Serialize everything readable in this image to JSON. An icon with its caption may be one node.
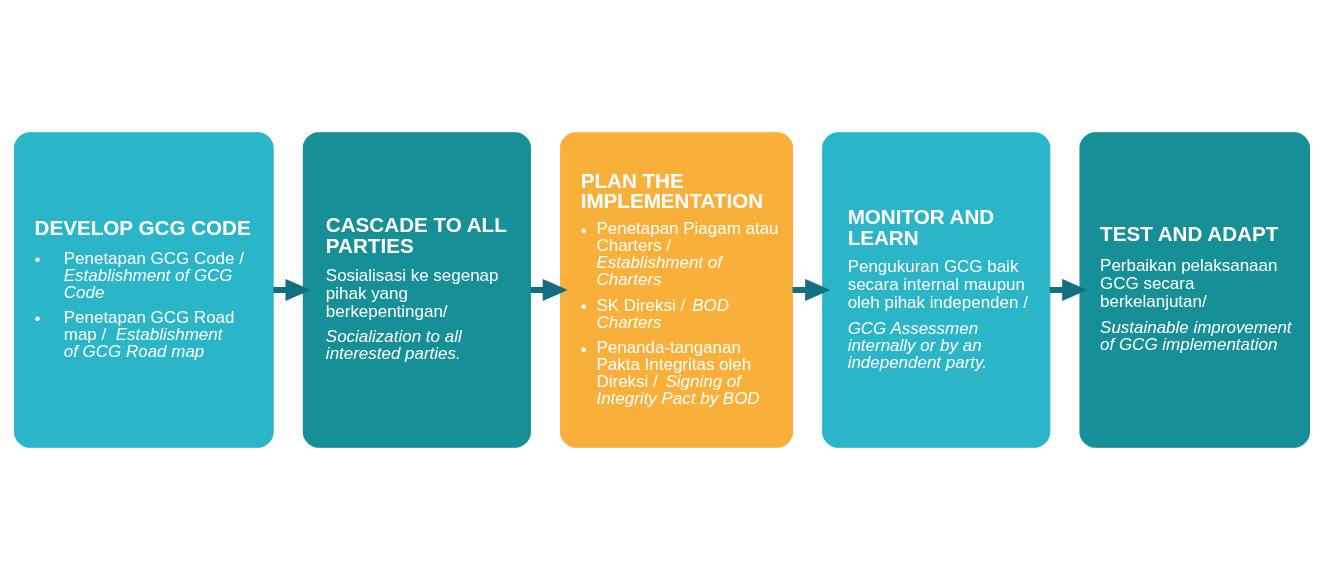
{
  "diagram": {
    "nodes": [
      {
        "text": [
          "DEVELOP GCG CODE",
          "• Penetapan GCG Code / *Establishment of GCG Code*",
          "• Penetapan GCG Road map / *Establishment of GCG Road map*"
        ]
      },
      {
        "text": [
          "CASCADE TO ALL PARTIES",
          "Sosialisasi ke segenap pihak yang berkepentingan/",
          "*Socialization to all interested parties.*"
        ]
      },
      {
        "text": [
          "PLAN THE IMPLEMENTATION",
          "• Penetapan Piagam atau Charters / *Establishment of Charters*",
          "• SK Direksi / *BOD Charters*",
          "• Penanda-tanganan Pakta Integritas oleh Direksi / *Signing of Integrity Pact by BOD*"
        ]
      },
      {
        "text": [
          "MONITOR AND LEARN",
          "Pengukuran GCG baik secara internal maupun oleh pihak independen /",
          "*GCG Assessmen internally or by an independent party.*"
        ]
      },
      {
        "text": [
          "TEST AND ADAPT",
          "Perbaikan pelaksanaan GCG secara berkelanjutan/",
          "*Sustainable improvement of GCG implementation*"
        ]
      }
    ],
    "edges": [
      {
        "from": 0,
        "to": 1,
        "arrow": "to"
      },
      {
        "from": 1,
        "to": 2,
        "arrow": "to"
      },
      {
        "from": 2,
        "to": 3,
        "arrow": "to"
      },
      {
        "from": 3,
        "to": 4,
        "arrow": "to"
      }
    ]
  }
}
